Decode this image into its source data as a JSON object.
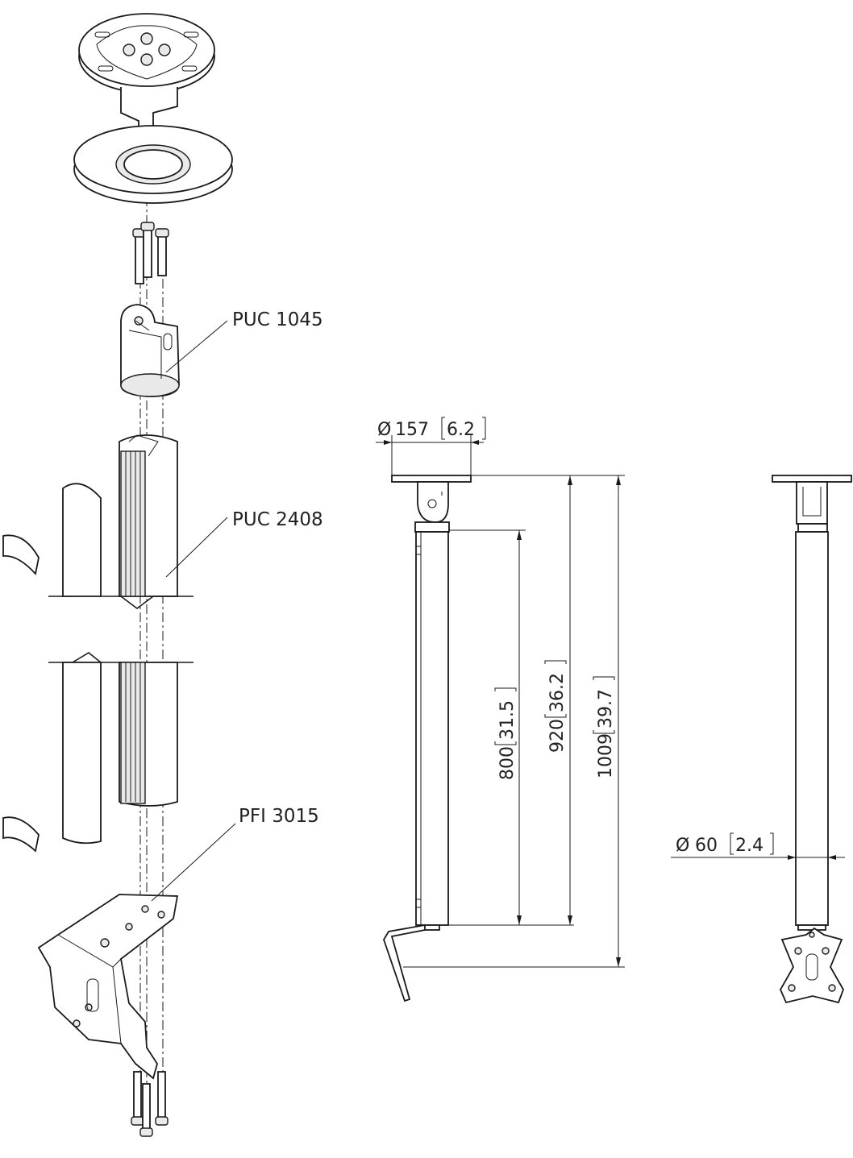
{
  "parts": {
    "ceiling_plate": "PUC 1045",
    "tube": "PUC 2408",
    "interface": "PFI 3015"
  },
  "dimensions": {
    "plate_diameter_mm": "157",
    "plate_diameter_in": "6.2",
    "tube_length_mm": "800",
    "tube_length_in": "31.5",
    "mid_length_mm": "920",
    "mid_length_in": "36.2",
    "total_length_mm": "1009",
    "total_length_in": "39.7",
    "tube_diameter_mm": "60",
    "tube_diameter_in": "2.4"
  },
  "symbols": {
    "diameter": "Ø"
  }
}
